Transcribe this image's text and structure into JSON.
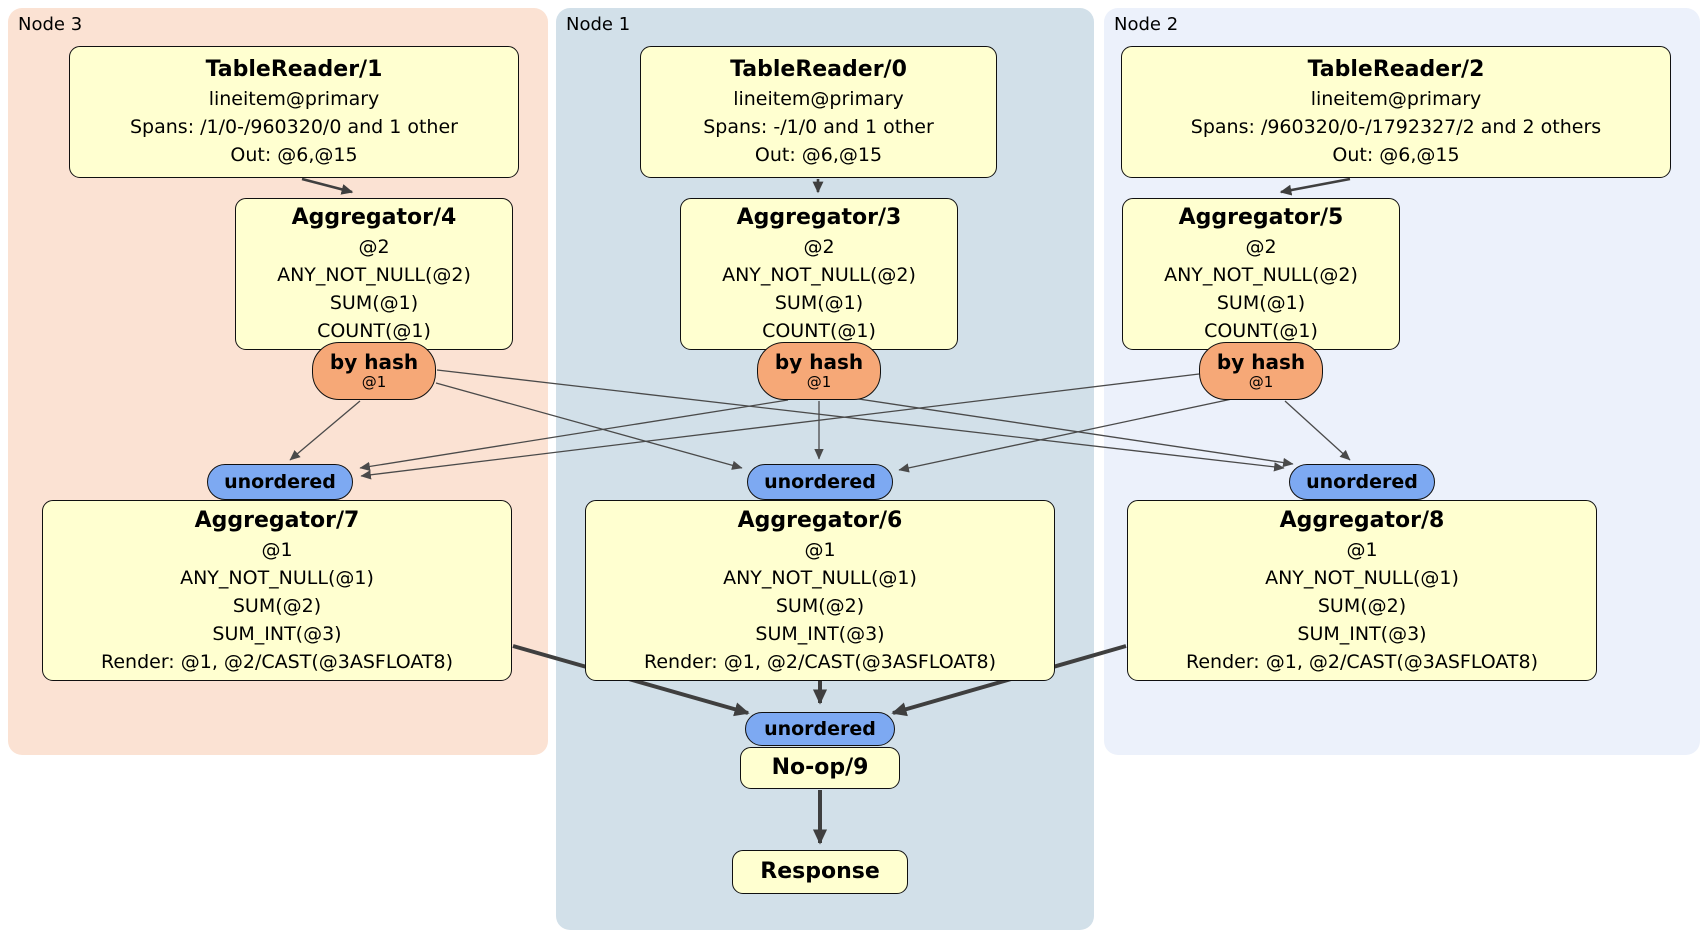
{
  "diagram": {
    "regions": [
      {
        "id": "node3",
        "label": "Node 3"
      },
      {
        "id": "node1",
        "label": "Node 1"
      },
      {
        "id": "node2",
        "label": "Node 2"
      }
    ],
    "processors": {
      "tablereader1": {
        "title": "TableReader/1",
        "lines": [
          "lineitem@primary",
          "Spans: /1/0-/960320/0 and 1 other",
          "Out: @6,@15"
        ]
      },
      "tablereader0": {
        "title": "TableReader/0",
        "lines": [
          "lineitem@primary",
          "Spans: -/1/0 and 1 other",
          "Out: @6,@15"
        ]
      },
      "tablereader2": {
        "title": "TableReader/2",
        "lines": [
          "lineitem@primary",
          "Spans: /960320/0-/1792327/2 and 2 others",
          "Out: @6,@15"
        ]
      },
      "aggregator4": {
        "title": "Aggregator/4",
        "lines": [
          "@2",
          "ANY_NOT_NULL(@2)",
          "SUM(@1)",
          "COUNT(@1)"
        ]
      },
      "aggregator3": {
        "title": "Aggregator/3",
        "lines": [
          "@2",
          "ANY_NOT_NULL(@2)",
          "SUM(@1)",
          "COUNT(@1)"
        ]
      },
      "aggregator5": {
        "title": "Aggregator/5",
        "lines": [
          "@2",
          "ANY_NOT_NULL(@2)",
          "SUM(@1)",
          "COUNT(@1)"
        ]
      },
      "aggregator7": {
        "title": "Aggregator/7",
        "lines": [
          "@1",
          "ANY_NOT_NULL(@1)",
          "SUM(@2)",
          "SUM_INT(@3)",
          "Render: @1, @2/CAST(@3ASFLOAT8)"
        ]
      },
      "aggregator6": {
        "title": "Aggregator/6",
        "lines": [
          "@1",
          "ANY_NOT_NULL(@1)",
          "SUM(@2)",
          "SUM_INT(@3)",
          "Render: @1, @2/CAST(@3ASFLOAT8)"
        ]
      },
      "aggregator8": {
        "title": "Aggregator/8",
        "lines": [
          "@1",
          "ANY_NOT_NULL(@1)",
          "SUM(@2)",
          "SUM_INT(@3)",
          "Render: @1, @2/CAST(@3ASFLOAT8)"
        ]
      },
      "noop9": {
        "title": "No-op/9"
      },
      "response": {
        "title": "Response"
      }
    },
    "routers": {
      "byhash4": {
        "label": "by hash",
        "detail": "@1"
      },
      "byhash3": {
        "label": "by hash",
        "detail": "@1"
      },
      "byhash5": {
        "label": "by hash",
        "detail": "@1"
      }
    },
    "syncs": {
      "unordered7": {
        "label": "unordered"
      },
      "unordered6": {
        "label": "unordered"
      },
      "unordered8": {
        "label": "unordered"
      },
      "unordered9": {
        "label": "unordered"
      }
    },
    "colors": {
      "node3_bg": "#fbe2d3",
      "node1_bg": "#d2e0e9",
      "node2_bg": "#ecf1fb",
      "processor_bg": "#ffffd0",
      "router_bg": "#f6a877",
      "sync_bg": "#7da9f2",
      "edge": "#4a4a4a",
      "border": "#101010"
    }
  }
}
